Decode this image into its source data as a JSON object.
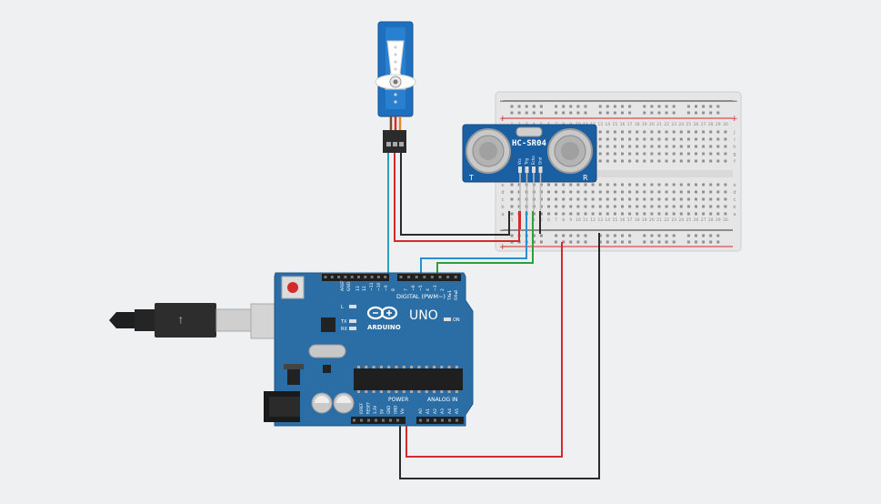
{
  "arduino": {
    "brand": "ARDUINO",
    "model": "UNO",
    "digital_label": "DIGITAL (PWM~)",
    "power_label": "POWER",
    "analog_label": "ANALOG IN",
    "on_label": "ON",
    "tx_label": "TX",
    "rx_label": "RX",
    "l_label": "L",
    "txrx_label": "TX▸1",
    "rx0_label": "RX◂0",
    "digital_pins": [
      "AREF",
      "GND",
      "13",
      "12",
      "~11",
      "~10",
      "~9",
      "8",
      "7",
      "~6",
      "~5",
      "4",
      "~3",
      "2"
    ],
    "power_pins": [
      "IOREF",
      "RESET",
      "3.3V",
      "5V",
      "GND",
      "GND",
      "Vin"
    ],
    "analog_pins": [
      "A0",
      "A1",
      "A2",
      "A3",
      "A4",
      "A5"
    ]
  },
  "sensor": {
    "name": "HC-SR04",
    "pins": [
      "Vcc",
      "Trig",
      "Echo",
      "Gnd"
    ],
    "left_label": "T",
    "right_label": "R"
  },
  "breadboard": {
    "column_numbers": [
      "1",
      "2",
      "3",
      "4",
      "5",
      "6",
      "7",
      "8",
      "9",
      "10",
      "11",
      "12",
      "13",
      "14",
      "15",
      "16",
      "17",
      "18",
      "19",
      "20",
      "21",
      "22",
      "23",
      "24",
      "25",
      "26",
      "27",
      "28",
      "29",
      "30"
    ],
    "row_letters_top": [
      "j",
      "i",
      "h",
      "g",
      "f"
    ],
    "row_letters_bottom": [
      "e",
      "d",
      "c",
      "b",
      "a"
    ],
    "rail_minus": "−",
    "rail_plus": "+"
  },
  "colors": {
    "background": "#eef0f2",
    "arduino_board": "#2b6ea6",
    "servo_body": "#1f6fbf",
    "sensor_board": "#1b5fa3",
    "breadboard": "#e6e6e6",
    "wire_red": "#d42a2a",
    "wire_black": "#2a2a2a",
    "wire_green": "#2e9e3e",
    "wire_blue": "#2a8fd0",
    "wire_orange": "#e08a2a",
    "wire_brown": "#7a4a26"
  }
}
